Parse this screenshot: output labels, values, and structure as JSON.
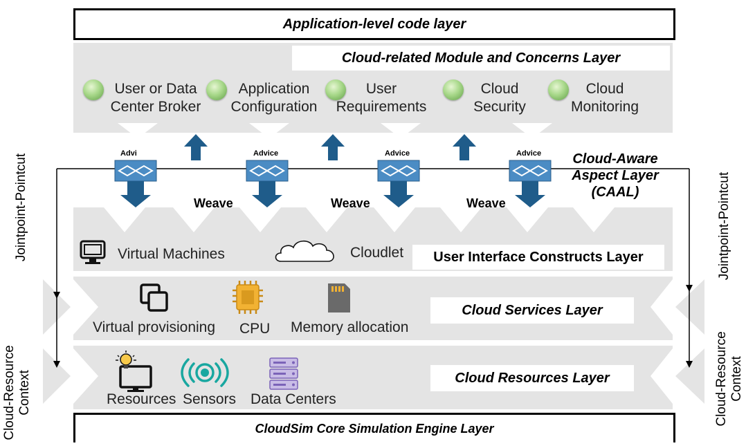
{
  "layers": {
    "app_code": "Application-level code layer",
    "cloud_module": "Cloud-related Module and Concerns Layer",
    "caal_line1": "Cloud-Aware",
    "caal_line2": "Aspect Layer",
    "caal_line3": "(CAAL)",
    "ui_constructs": "User Interface Constructs Layer",
    "cloud_services": "Cloud Services Layer",
    "cloud_resources": "Cloud Resources Layer",
    "cloudsim": "CloudSim Core Simulation Engine Layer"
  },
  "modules": [
    {
      "line1": "User or Data",
      "line2": "Center Broker"
    },
    {
      "line1": "Application",
      "line2": "Configuration"
    },
    {
      "line1": "User",
      "line2": "Requirements"
    },
    {
      "line1": "Cloud",
      "line2": "Security"
    },
    {
      "line1": "Cloud",
      "line2": "Monitoring"
    }
  ],
  "advice": [
    "Advi",
    "Advice",
    "Advice",
    "Advice"
  ],
  "weave": [
    "Weave",
    "Weave",
    "Weave"
  ],
  "ui_items": {
    "vm": "Virtual Machines",
    "cloudlet": "Cloudlet"
  },
  "service_items": {
    "provisioning": "Virtual provisioning",
    "cpu": "CPU",
    "memory": "Memory allocation"
  },
  "resource_items": {
    "resources": "Resources",
    "sensors": "Sensors",
    "datacenters": "Data Centers"
  },
  "side_labels": {
    "jp_left": "Jointpoint-Pointcut",
    "jp_right": "Jointpoint-Pointcut",
    "crc_left_1": "Cloud-Resource",
    "crc_left_2": "Context",
    "crc_right_1": "Cloud-Resource",
    "crc_right_2": "Context"
  },
  "colors": {
    "arrow": "#1f5c8a",
    "band": "#e4e4e4",
    "advice_box": "#4b8cc4"
  }
}
